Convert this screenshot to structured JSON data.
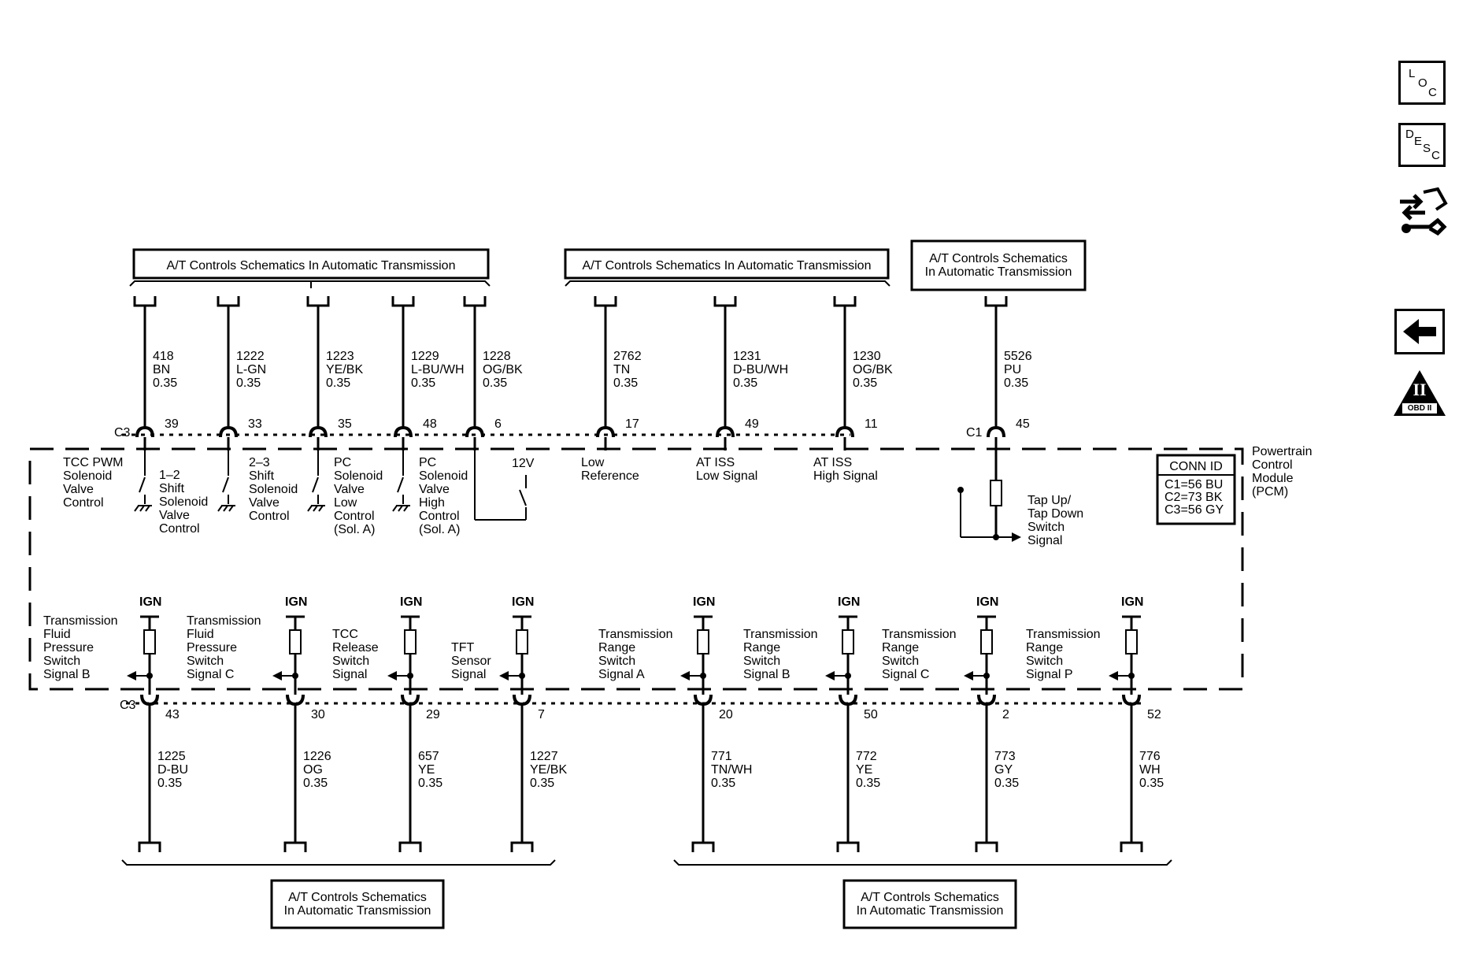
{
  "side_buttons": {
    "loc": [
      "L",
      "O",
      "C"
    ],
    "desc": [
      "D",
      "E",
      "S",
      "C"
    ],
    "obd": "OBD II",
    "obd_numeral": "II",
    "icons": [
      "schematic-flow-icon",
      "back-arrow-icon"
    ]
  },
  "refs": {
    "top_left": "A/T Controls Schematics In Automatic Transmission",
    "top_middle": "A/T Controls Schematics In Automatic Transmission",
    "top_right": [
      "A/T Controls Schematics",
      "In Automatic Transmission"
    ],
    "bottom_left": [
      "A/T Controls Schematics",
      "In Automatic Transmission"
    ],
    "bottom_right": [
      "A/T Controls Schematics",
      "In Automatic Transmission"
    ]
  },
  "module": {
    "name": [
      "Powertrain",
      "Control",
      "Module",
      "(PCM)"
    ],
    "conn_id_title": "CONN ID",
    "conn_id": [
      "C1=56 BU",
      "C2=73 BK",
      "C3=56 GY"
    ]
  },
  "top_wires": [
    {
      "circuit": "418",
      "color": "BN",
      "gauge": "0.35",
      "connector": "C3",
      "pin": "39",
      "function": [
        "TCC PWM",
        "Solenoid",
        "Valve",
        "Control"
      ]
    },
    {
      "circuit": "1222",
      "color": "L-GN",
      "gauge": "0.35",
      "pin": "33",
      "function": [
        "1–2",
        "Shift",
        "Solenoid",
        "Valve",
        "Control"
      ]
    },
    {
      "circuit": "1223",
      "color": "YE/BK",
      "gauge": "0.35",
      "pin": "35",
      "function": [
        "2–3",
        "Shift",
        "Solenoid",
        "Valve",
        "Control"
      ]
    },
    {
      "circuit": "1229",
      "color": "L-BU/WH",
      "gauge": "0.35",
      "pin": "48",
      "function": [
        "PC",
        "Solenoid",
        "Valve",
        "Low",
        "Control",
        "(Sol. A)"
      ]
    },
    {
      "circuit": "1228",
      "color": "OG/BK",
      "gauge": "0.35",
      "pin": "6",
      "function": [
        "PC",
        "Solenoid",
        "Valve",
        "High",
        "Control",
        "(Sol. A)"
      ],
      "supply": "12V"
    },
    {
      "circuit": "2762",
      "color": "TN",
      "gauge": "0.35",
      "pin": "17",
      "function": [
        "Low",
        "Reference"
      ]
    },
    {
      "circuit": "1231",
      "color": "D-BU/WH",
      "gauge": "0.35",
      "pin": "49",
      "function": [
        "AT ISS",
        "Low Signal"
      ]
    },
    {
      "circuit": "1230",
      "color": "OG/BK",
      "gauge": "0.35",
      "pin": "11",
      "function": [
        "AT ISS",
        "High Signal"
      ]
    },
    {
      "circuit": "5526",
      "color": "PU",
      "gauge": "0.35",
      "connector": "C1",
      "pin": "45",
      "function": [
        "Tap Up/",
        "Tap Down",
        "Switch",
        "Signal"
      ]
    }
  ],
  "bottom_wires": [
    {
      "circuit": "1225",
      "color": "D-BU",
      "gauge": "0.35",
      "connector": "C3",
      "pin": "43",
      "supply": "IGN",
      "function": [
        "Transmission",
        "Fluid",
        "Pressure",
        "Switch",
        "Signal B"
      ]
    },
    {
      "circuit": "1226",
      "color": "OG",
      "gauge": "0.35",
      "pin": "30",
      "supply": "IGN",
      "function": [
        "Transmission",
        "Fluid",
        "Pressure",
        "Switch",
        "Signal C"
      ]
    },
    {
      "circuit": "657",
      "color": "YE",
      "gauge": "0.35",
      "pin": "29",
      "supply": "IGN",
      "function": [
        "TCC",
        "Release",
        "Switch",
        "Signal"
      ]
    },
    {
      "circuit": "1227",
      "color": "YE/BK",
      "gauge": "0.35",
      "pin": "7",
      "supply": "IGN",
      "function": [
        "TFT",
        "Sensor",
        "Signal"
      ]
    },
    {
      "circuit": "771",
      "color": "TN/WH",
      "gauge": "0.35",
      "pin": "20",
      "supply": "IGN",
      "function": [
        "Transmission",
        "Range",
        "Switch",
        "Signal A"
      ]
    },
    {
      "circuit": "772",
      "color": "YE",
      "gauge": "0.35",
      "pin": "50",
      "supply": "IGN",
      "function": [
        "Transmission",
        "Range",
        "Switch",
        "Signal B"
      ]
    },
    {
      "circuit": "773",
      "color": "GY",
      "gauge": "0.35",
      "pin": "2",
      "supply": "IGN",
      "function": [
        "Transmission",
        "Range",
        "Switch",
        "Signal C"
      ]
    },
    {
      "circuit": "776",
      "color": "WH",
      "gauge": "0.35",
      "pin": "52",
      "supply": "IGN",
      "function": [
        "Transmission",
        "Range",
        "Switch",
        "Signal P"
      ]
    }
  ]
}
